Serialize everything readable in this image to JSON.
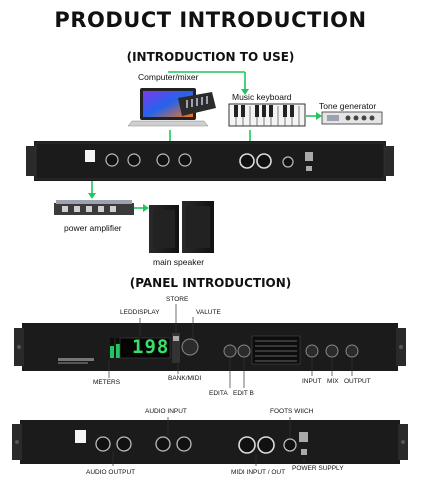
{
  "header": {
    "title": "PRODUCT INTRODUCTION",
    "usage_subtitle": "(INTRODUCTION TO USE)",
    "panel_subtitle": "(PANEL INTRODUCTION)"
  },
  "usage": {
    "computer_mixer": "Computer/mixer",
    "music_keyboard": "Music keyboard",
    "tone_generator": "Tone generator",
    "power_amplifier": "power amplifier",
    "main_speaker": "main speaker"
  },
  "front_panel": {
    "display_value": "198",
    "callouts": {
      "led_display": "LEDDISPLAY",
      "store": "STORE",
      "valute": "VALUTE",
      "meters": "METERS",
      "bank_midi": "BANK/MIDI",
      "edit_a": "EDITA",
      "edit_b": "EDIT B",
      "input": "INPUT",
      "mix": "MIX",
      "output": "OUTPUT"
    }
  },
  "rear_panel": {
    "callouts": {
      "audio_input": "AUDIO INPUT",
      "foots_wiich": "FOOTS WIICH",
      "audio_output": "AUDIO OUTPUT",
      "midi_in_out": "MIDI  INPUT / OUT",
      "power_supply": "POWER SUPPLY"
    }
  },
  "colors": {
    "accent_green": "#22c55e",
    "display_green": "#38e06a",
    "panel_black": "#1b1b1b"
  }
}
